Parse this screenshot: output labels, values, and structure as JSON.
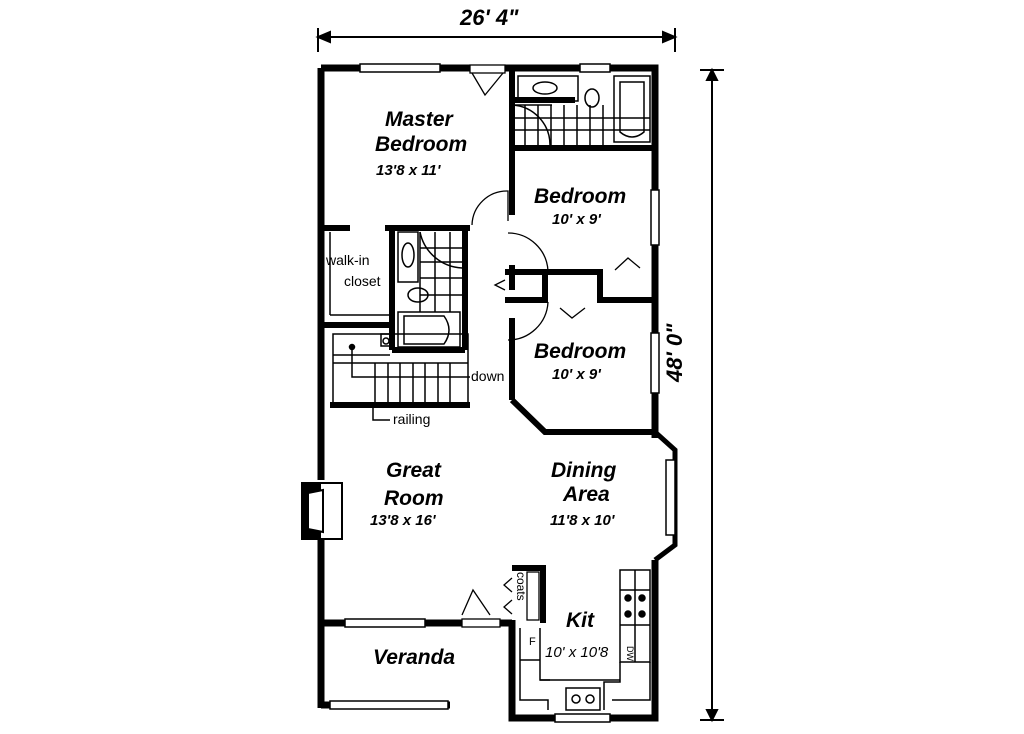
{
  "plan": {
    "overall_width": "26' 4\"",
    "overall_depth": "48' 0\"",
    "rooms": [
      {
        "name": "Master",
        "name2": "Bedroom",
        "dims": "13'8 x 11'"
      },
      {
        "name": "Bedroom",
        "dims": "10' x 9'"
      },
      {
        "name": "Bedroom",
        "dims": "10' x 9'"
      },
      {
        "name": "Great",
        "name2": "Room",
        "dims": "13'8 x 16'"
      },
      {
        "name": "Dining",
        "name2": "Area",
        "dims": "11'8 x 10'"
      },
      {
        "name": "Kit",
        "dims": "10' x 10'8"
      },
      {
        "name": "Veranda"
      }
    ],
    "annotations": {
      "walkin_1": "walk-in",
      "walkin_2": "closet",
      "down": "down",
      "railing": "railing",
      "coats": "coats",
      "fridge": "F",
      "dishwasher": "DW"
    }
  }
}
